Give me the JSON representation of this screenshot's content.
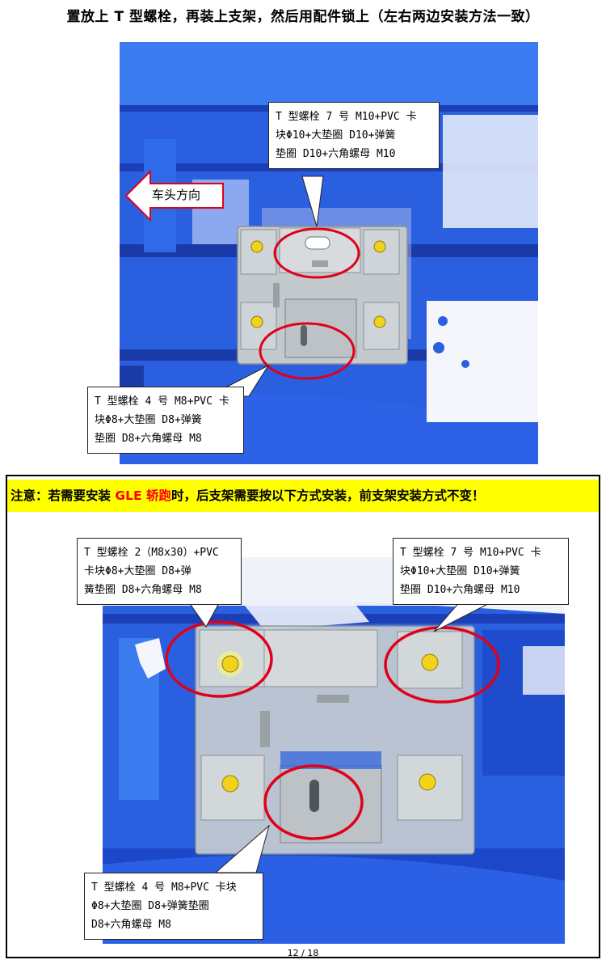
{
  "page": {
    "title": "置放上 T 型螺栓，再装上支架，然后用配件锁上（左右两边安装方法一致）",
    "number": "12 / 18"
  },
  "top_figure": {
    "direction_label": "车头方向",
    "callout_upper": [
      "T 型螺栓 7 号 M10+PVC 卡",
      "块Φ10+大垫圈 D10+弹簧",
      "垫圈 D10+六角螺母 M10"
    ],
    "callout_lower": [
      "T 型螺栓 4 号 M8+PVC 卡",
      "块Φ8+大垫圈 D8+弹簧",
      "垫圈 D8+六角螺母 M8"
    ]
  },
  "notice": {
    "prefix": "注意：若需要安装 ",
    "highlight": "GLE 轿跑",
    "suffix": "时，后支架需要按以下方式安装，前支架安装方式不变！",
    "highlight_color": "#ff0000",
    "background_color": "#ffff00"
  },
  "bottom_figure": {
    "callout_left": [
      "T 型螺栓 2（M8x30）+PVC",
      "卡块Φ8+大垫圈 D8+弹",
      "簧垫圈 D8+六角螺母 M8"
    ],
    "callout_right": [
      "T 型螺栓 7 号 M10+PVC 卡",
      "块Φ10+大垫圈 D10+弹簧",
      "垫圈 D10+六角螺母 M10"
    ],
    "callout_bottom": [
      "T 型螺栓 4 号 M8+PVC 卡块",
      "Φ8+大垫圈 D8+弹簧垫圈",
      "D8+六角螺母 M8"
    ]
  },
  "colors": {
    "scan_blue": "#1f4fd8",
    "bracket_gray": "#b9c0c4",
    "marker_red": "#e0001a",
    "bolt_yellow": "#f2d21a"
  }
}
